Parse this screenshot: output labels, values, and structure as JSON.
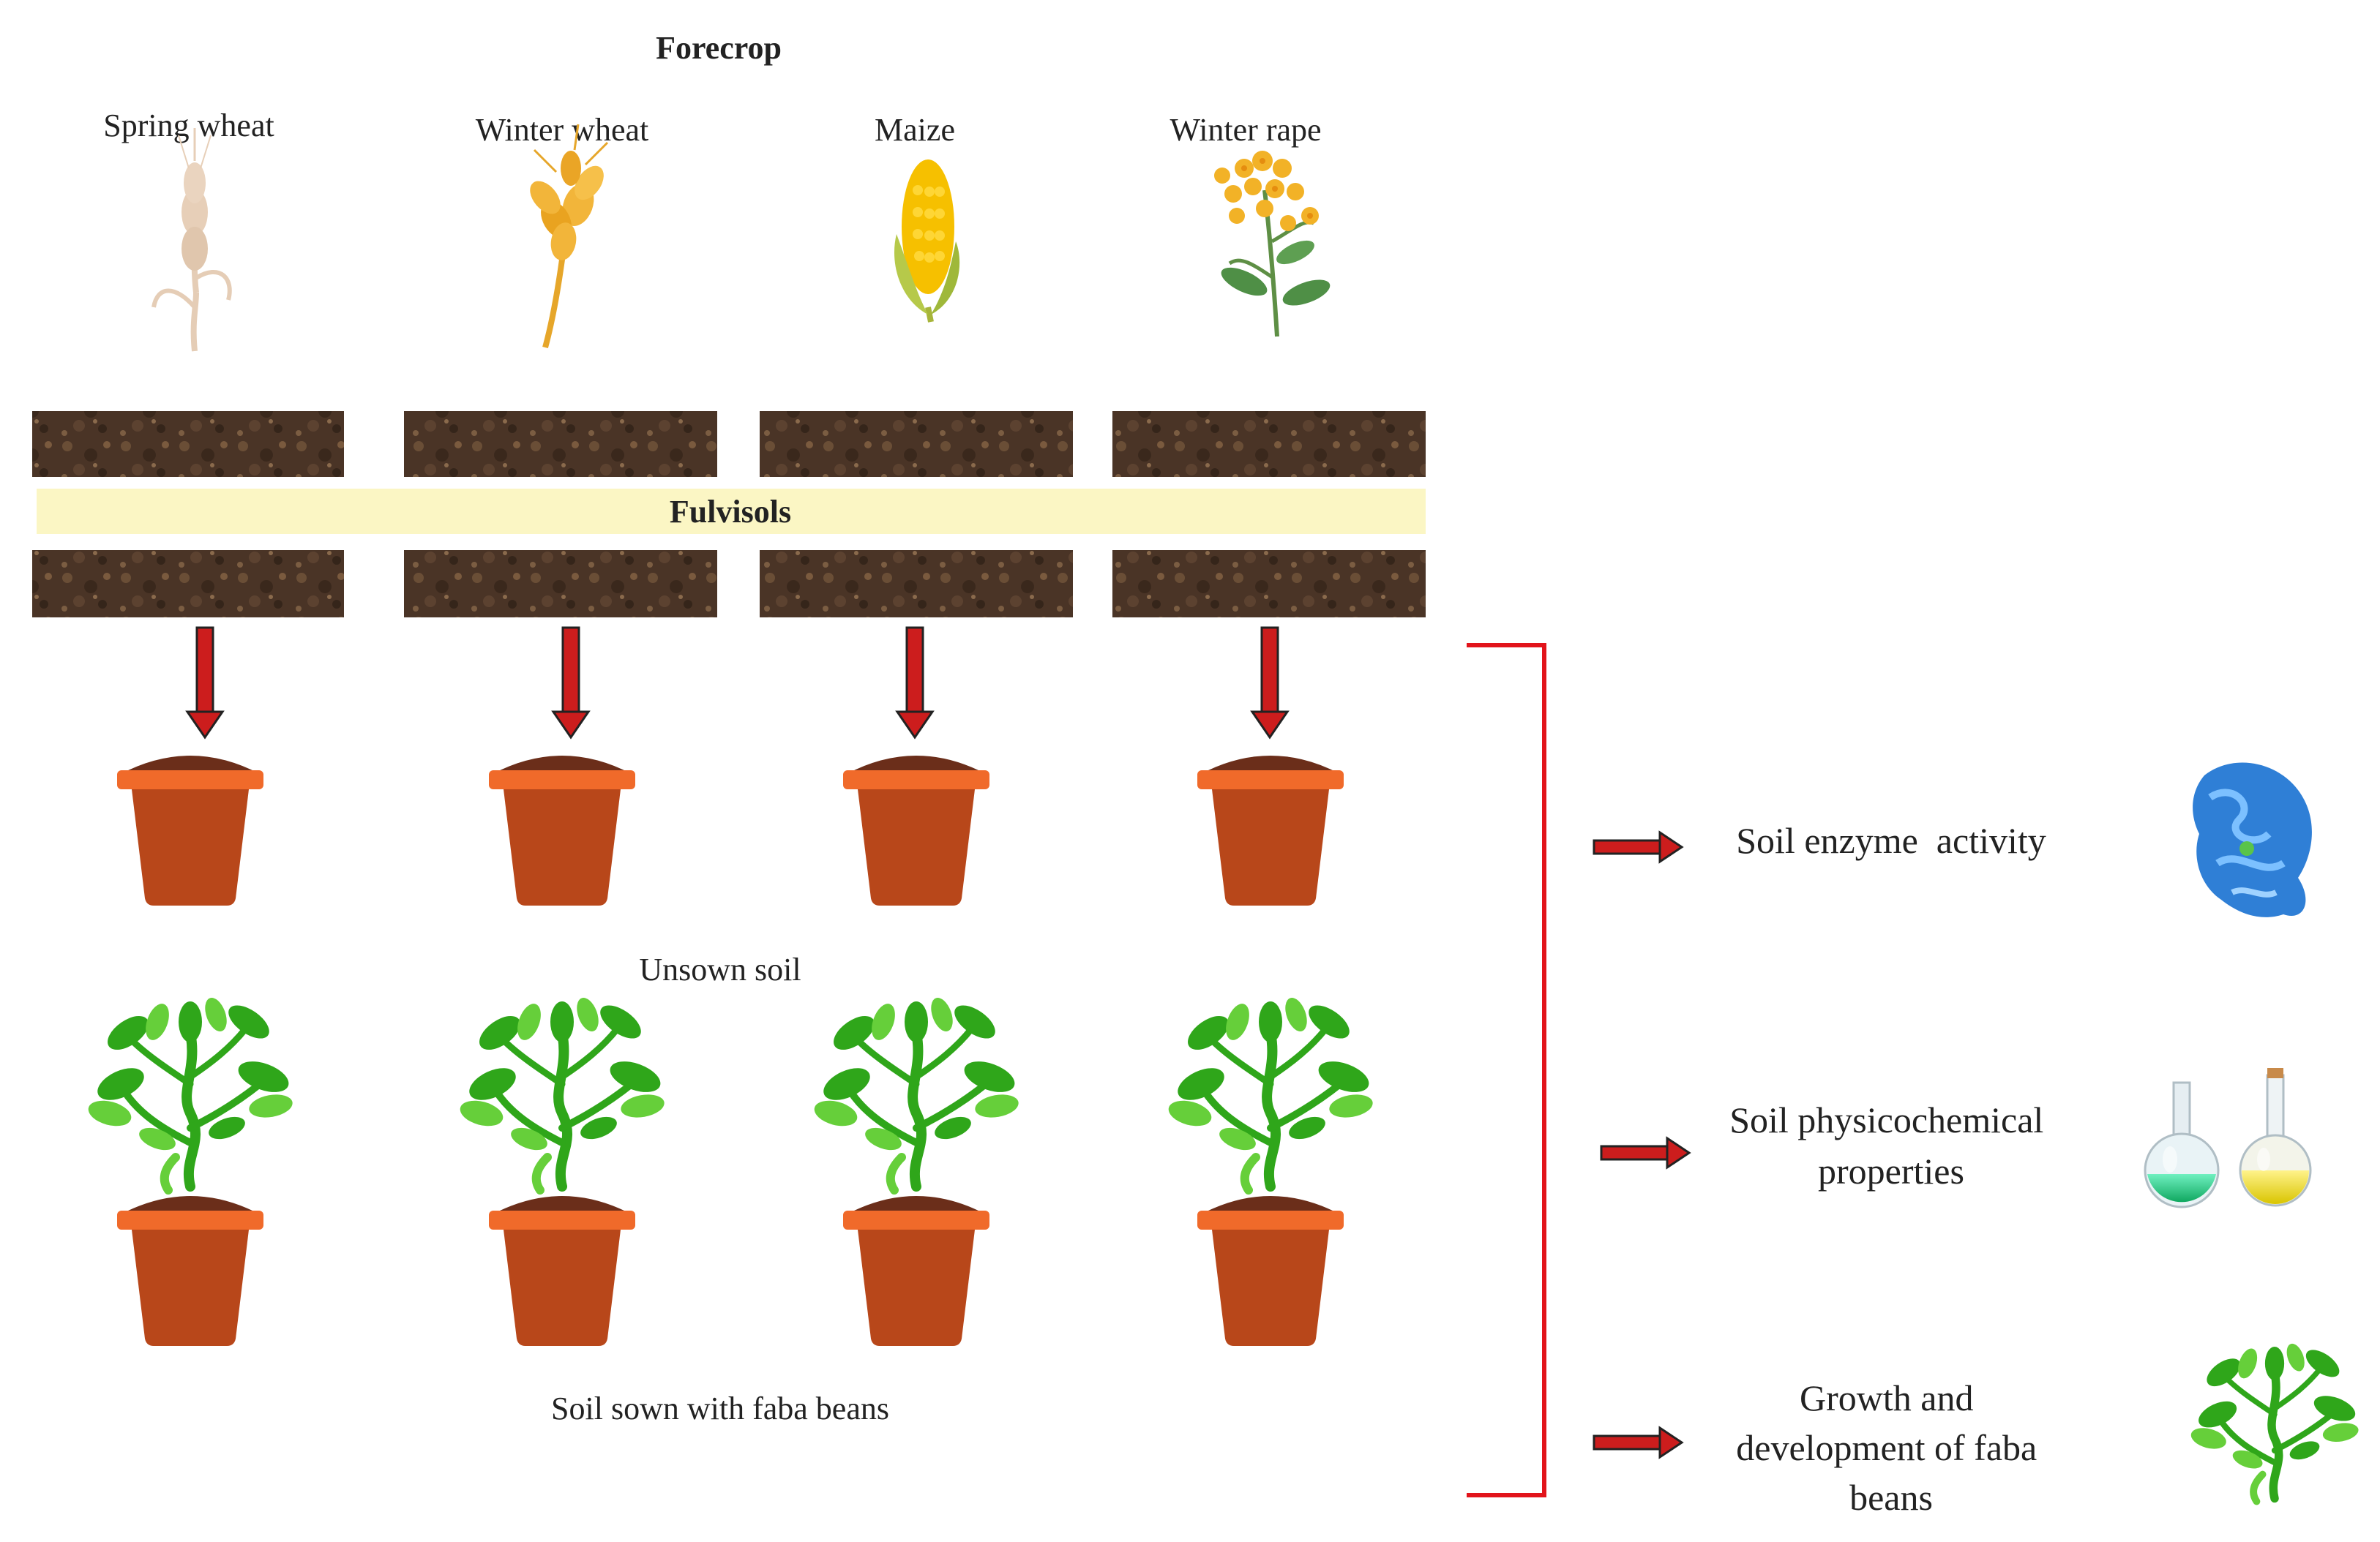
{
  "title": "Forecrop",
  "crops": [
    {
      "name": "Spring wheat",
      "icon": "spring-wheat-icon"
    },
    {
      "name": "Winter wheat",
      "icon": "winter-wheat-icon"
    },
    {
      "name": "Maize",
      "icon": "maize-icon"
    },
    {
      "name": "Winter rape",
      "icon": "winter-rape-icon"
    }
  ],
  "soil_label": "Fulvisols",
  "unsown_label": "Unsown soil",
  "sown_label": "Soil sown with faba beans",
  "outcomes": [
    {
      "lines": [
        "Soil enzyme  activity"
      ],
      "icon": "enzyme-protein-icon"
    },
    {
      "lines": [
        "Soil physicochemical",
        "properties"
      ],
      "icon": "chemistry-flasks-icon"
    },
    {
      "lines": [
        "Growth and",
        "development of faba",
        "beans"
      ],
      "icon": "faba-bean-plant-icon"
    }
  ],
  "colors": {
    "band": "#fbf6c4",
    "soil": "#4a3426",
    "pot": "#b8471a",
    "pot_rim": "#f06a2a",
    "soil_top": "#6b2e1a",
    "arrow": "#cc1d1d",
    "leaf": "#2fa61a",
    "leaf_light": "#66cf3a"
  }
}
